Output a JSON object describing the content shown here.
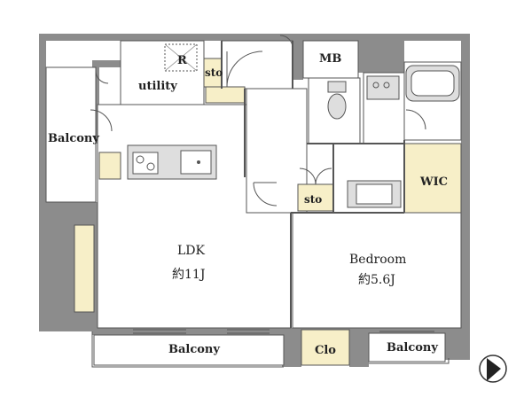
{
  "colors": {
    "wall": "#8c8c8c",
    "storage": "#f7efc8",
    "floor": "#ffffff",
    "fixture": "#dedede",
    "line": "#555555"
  },
  "rooms": {
    "utility": "utility",
    "refrigerator_mark": "R",
    "sto_top": "sto",
    "mb": "MB",
    "balcony_left": "Balcony",
    "ldk_name": "LDK",
    "ldk_size": "約11J",
    "sto_mid": "sto",
    "wic": "WIC",
    "bedroom_name": "Bedroom",
    "bedroom_size": "約5.6J",
    "balcony_bottom": "Balcony",
    "clo": "Clo",
    "balcony_right": "Balcony"
  },
  "icons": {
    "north": "north-arrow-icon"
  }
}
